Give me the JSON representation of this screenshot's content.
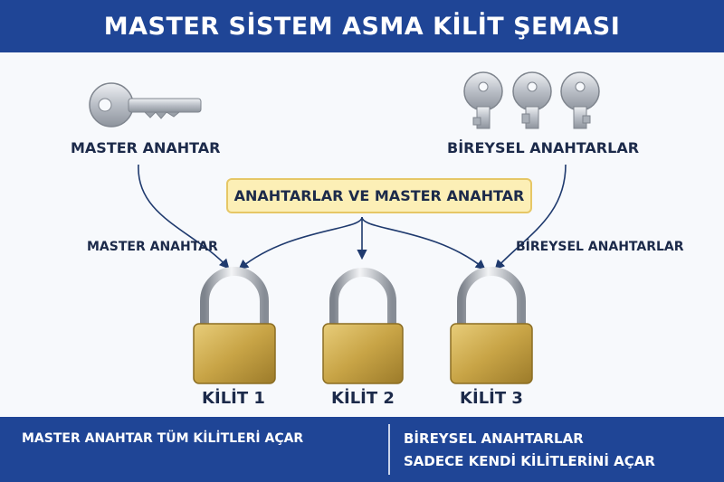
{
  "title": "MASTER SİSTEM ASMA KİLİT ŞEMASI",
  "master_key_label": {
    "strong": "MASTER",
    "rest": " ANAHTAR"
  },
  "individual_keys_label": "BİREYSEL ANAHTARLAR",
  "center_box": "ANAHTARLAR VE MASTER ANAHTAR",
  "left_arrow_label": "MASTER ANAHTAR",
  "right_arrow_label": "BİREYSEL ANAHTARLAR",
  "locks": [
    {
      "label": "KİLİT 1"
    },
    {
      "label": "KİLİT 2"
    },
    {
      "label": "KİLİT 3"
    }
  ],
  "footer": {
    "left": "MASTER ANAHTAR TÜM KİLİTLERİ AÇAR",
    "right_line1": "BİREYSEL ANAHTARLAR",
    "right_line2": "SADECE KENDİ KİLİTLERİNİ AÇAR"
  },
  "colors": {
    "banner": "#1f4596",
    "text": "#1c2a4a",
    "box_fill": "#fcefb6",
    "box_border": "#e6c766",
    "lock_brass": "#c8a446",
    "arrow": "#1f3a6e"
  }
}
